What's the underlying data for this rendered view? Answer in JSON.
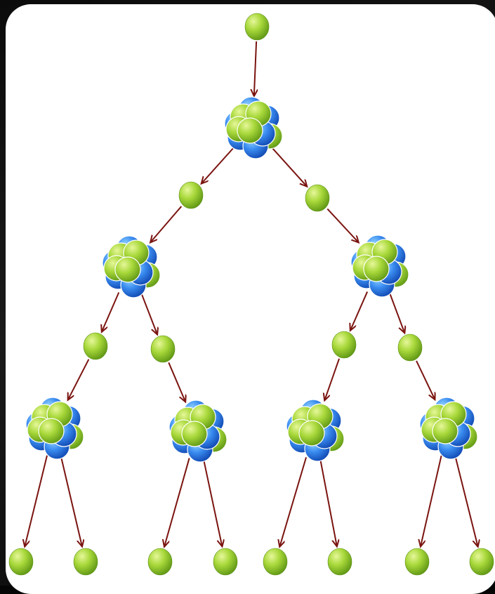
{
  "title": "",
  "colors": {
    "neutron_light": "#c5e85a",
    "neutron_dark": "#6aa419",
    "proton_light": "#5fb0ff",
    "proton_dark": "#1450c0",
    "arrow": "#7a1410",
    "panel": "#ffffff",
    "background": "#050505"
  },
  "diagram": {
    "type": "chain-reaction",
    "nodes": [
      {
        "id": "n-top",
        "kind": "neutron"
      },
      {
        "id": "nuc-1",
        "kind": "nucleus"
      },
      {
        "id": "n-l1",
        "kind": "neutron"
      },
      {
        "id": "n-r1",
        "kind": "neutron"
      },
      {
        "id": "nuc-2a",
        "kind": "nucleus"
      },
      {
        "id": "nuc-2b",
        "kind": "nucleus"
      },
      {
        "id": "n-3a",
        "kind": "neutron"
      },
      {
        "id": "n-3b",
        "kind": "neutron"
      },
      {
        "id": "n-3c",
        "kind": "neutron"
      },
      {
        "id": "n-3d",
        "kind": "neutron"
      },
      {
        "id": "nuc-4a",
        "kind": "nucleus"
      },
      {
        "id": "nuc-4b",
        "kind": "nucleus"
      },
      {
        "id": "nuc-4c",
        "kind": "nucleus"
      },
      {
        "id": "nuc-4d",
        "kind": "nucleus"
      },
      {
        "id": "n-b1",
        "kind": "neutron"
      },
      {
        "id": "n-b2",
        "kind": "neutron"
      },
      {
        "id": "n-b3",
        "kind": "neutron"
      },
      {
        "id": "n-b4",
        "kind": "neutron"
      },
      {
        "id": "n-b5",
        "kind": "neutron"
      },
      {
        "id": "n-b6",
        "kind": "neutron"
      },
      {
        "id": "n-b7",
        "kind": "neutron"
      },
      {
        "id": "n-b8",
        "kind": "neutron"
      }
    ],
    "edges": [
      [
        "n-top",
        "nuc-1"
      ],
      [
        "nuc-1",
        "n-l1"
      ],
      [
        "nuc-1",
        "n-r1"
      ],
      [
        "n-l1",
        "nuc-2a"
      ],
      [
        "n-r1",
        "nuc-2b"
      ],
      [
        "nuc-2a",
        "n-3a"
      ],
      [
        "nuc-2a",
        "n-3b"
      ],
      [
        "nuc-2b",
        "n-3c"
      ],
      [
        "nuc-2b",
        "n-3d"
      ],
      [
        "n-3a",
        "nuc-4a"
      ],
      [
        "n-3b",
        "nuc-4b"
      ],
      [
        "n-3c",
        "nuc-4c"
      ],
      [
        "n-3d",
        "nuc-4d"
      ],
      [
        "nuc-4a",
        "n-b1"
      ],
      [
        "nuc-4a",
        "n-b2"
      ],
      [
        "nuc-4b",
        "n-b3"
      ],
      [
        "nuc-4b",
        "n-b4"
      ],
      [
        "nuc-4c",
        "n-b5"
      ],
      [
        "nuc-4c",
        "n-b6"
      ],
      [
        "nuc-4d",
        "n-b7"
      ],
      [
        "nuc-4d",
        "n-b8"
      ]
    ]
  }
}
